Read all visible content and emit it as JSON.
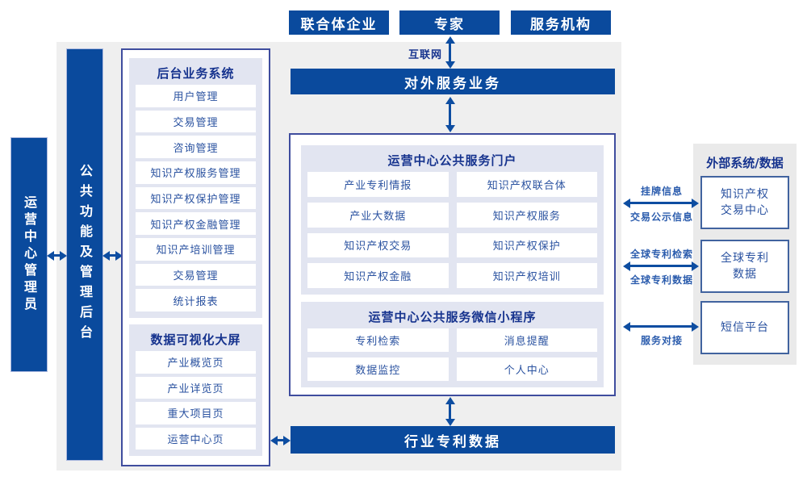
{
  "colors": {
    "primary_blue": "#0a4a9d",
    "navy_text": "#16338e",
    "item_text": "#2a52a0",
    "panel_bg": "#e2e5f1",
    "main_gray": "#efefef",
    "arrow_blue": "#0d4da1"
  },
  "top_actors": [
    {
      "label": "联合体企业"
    },
    {
      "label": "专家"
    },
    {
      "label": "服务机构"
    }
  ],
  "internet_label": "互联网",
  "left_sidebar": {
    "admin_bar": "运营中心管理员",
    "public_bar": "公共功能及管理后台"
  },
  "backend_box": {
    "title": "后台业务系统",
    "items": [
      "用户管理",
      "交易管理",
      "咨询管理",
      "知识产权服务管理",
      "知识产权保护管理",
      "知识产权金融管理",
      "知识产培训管理",
      "交易管理",
      "统计报表"
    ]
  },
  "dashboard_box": {
    "title": "数据可视化大屏",
    "items": [
      "产业概览页",
      "产业详览页",
      "重大项目页",
      "运营中心页"
    ]
  },
  "external_service_bar": "对外服务业务",
  "portal": {
    "title": "运营中心公共服务门户",
    "items": [
      "产业专利情报",
      "知识产权联合体",
      "产业大数据",
      "知识产权服务",
      "知识产权交易",
      "知识产权保护",
      "知识产权金融",
      "知识产权培训"
    ]
  },
  "miniprogram": {
    "title": "运营中心公共服务微信小程序",
    "items": [
      "专利检索",
      "消息提醒",
      "数据监控",
      "个人中心"
    ]
  },
  "industry_data_bar": "行业专利数据",
  "external_panel": {
    "title": "外部系统/数据",
    "boxes": [
      "知识产权\n交易中心",
      "全球专利\n数据",
      "短信平台"
    ]
  },
  "link_labels": {
    "listing_top": "挂牌信息",
    "listing_bottom": "交易公示信息",
    "patent_search": "全球专利检索",
    "patent_data": "全球专利数据",
    "service_connect": "服务对接"
  }
}
